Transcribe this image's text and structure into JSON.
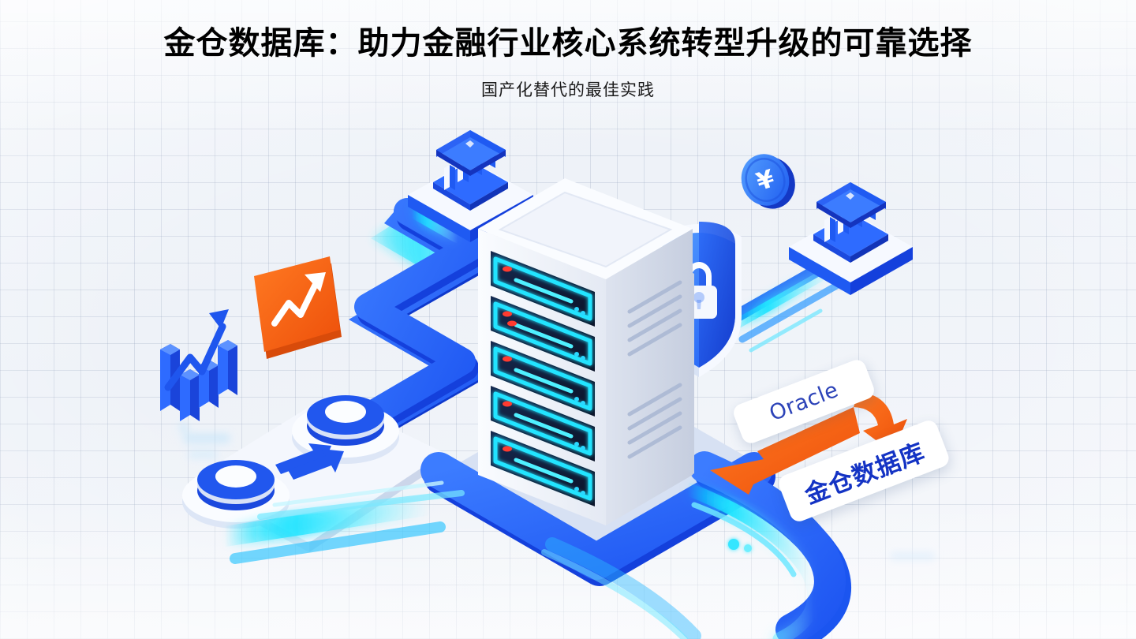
{
  "header": {
    "title": "金仓数据库：助力金融行业核心系统转型升级的可靠选择",
    "subtitle": "国产化替代的最佳实践"
  },
  "labels": {
    "oracle": "Oracle",
    "kingbase": "金仓数据库"
  },
  "illustration": {
    "server_rack": {
      "name": "server-rack",
      "slot_count": 5,
      "led_color": "#FF3B30",
      "glow_color": "#24E3FF",
      "body_color": "#E9EDF5",
      "panel_color": "#101B33"
    },
    "shield": {
      "name": "security-shield-lock",
      "color": "#1F6BFF",
      "lock_color": "#FFFFFF"
    },
    "banks": [
      {
        "name": "bank-building-left",
        "color": "#1B55F0"
      },
      {
        "name": "bank-building-right",
        "color": "#1B55F0"
      }
    ],
    "coin": {
      "name": "yen-coin",
      "symbol": "¥",
      "color": "#2E7BFF"
    },
    "bar_chart": {
      "name": "growth-bar-chart",
      "color": "#2258F0",
      "bars": 4
    },
    "orange_card": {
      "name": "trend-arrow-card",
      "color": "#F4601A"
    },
    "sync_discs": {
      "name": "data-sync-discs",
      "count": 2,
      "color": "#2258F0"
    },
    "migration_arrow": {
      "name": "migration-arrow",
      "color": "#F4601A"
    },
    "flow_ribbons": {
      "name": "data-flow-ribbons",
      "primary": "#1B55F0",
      "glow": "#22E0FF"
    }
  },
  "colors": {
    "background": "#F1F4FA",
    "grid_line": "#92A0BA",
    "brand_blue": "#1B55F0",
    "accent_orange": "#F4601A",
    "glow_cyan": "#22E0FF",
    "title_black": "#000000"
  }
}
